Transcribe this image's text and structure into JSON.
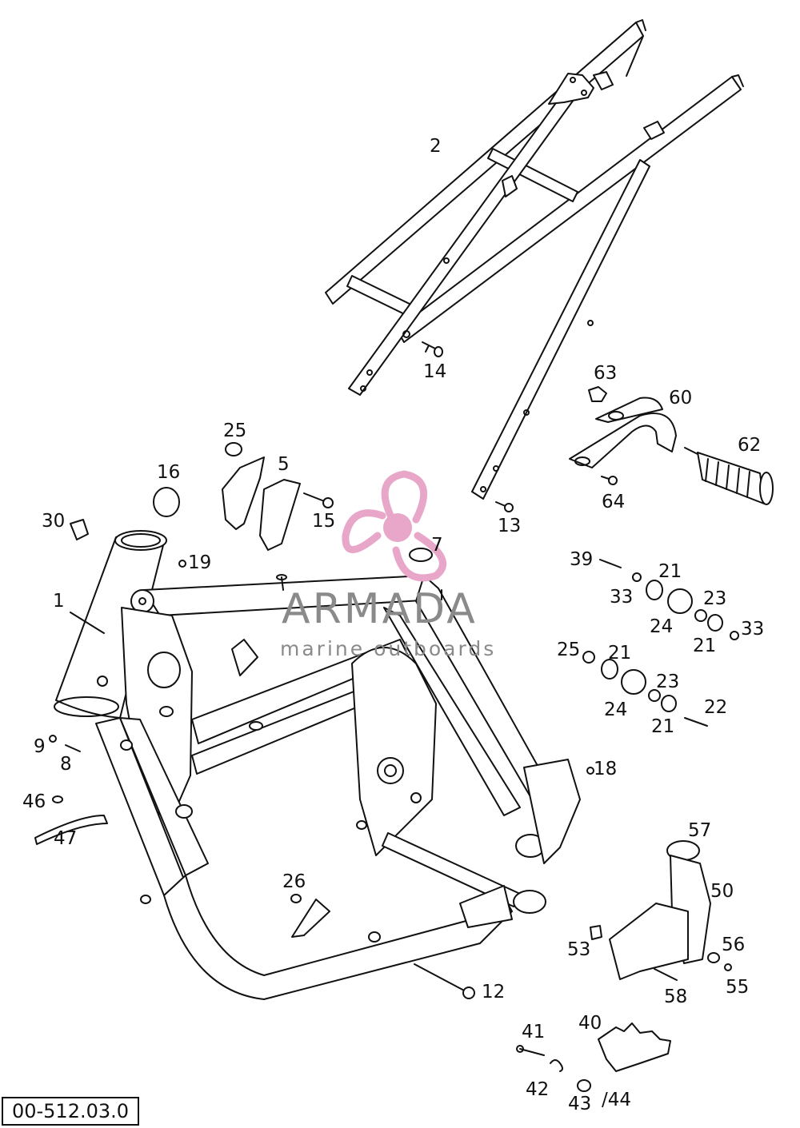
{
  "document": {
    "reference_code": "00-512.03.0"
  },
  "watermark": {
    "brand": "ARMADA",
    "tagline": "marine outboards",
    "accent_color": "#e8a6c8",
    "text_color": "#8a8a8a"
  },
  "callouts": [
    {
      "id": "c2",
      "label": "2"
    },
    {
      "id": "c14",
      "label": "14"
    },
    {
      "id": "c63",
      "label": "63"
    },
    {
      "id": "c60",
      "label": "60"
    },
    {
      "id": "c62",
      "label": "62"
    },
    {
      "id": "c64",
      "label": "64"
    },
    {
      "id": "c13",
      "label": "13"
    },
    {
      "id": "c25a",
      "label": "25"
    },
    {
      "id": "c5",
      "label": "5"
    },
    {
      "id": "c16",
      "label": "16"
    },
    {
      "id": "c15",
      "label": "15"
    },
    {
      "id": "c30",
      "label": "30"
    },
    {
      "id": "c7",
      "label": "7"
    },
    {
      "id": "c19",
      "label": "19"
    },
    {
      "id": "c1",
      "label": "1"
    },
    {
      "id": "c39",
      "label": "39"
    },
    {
      "id": "c21a",
      "label": "21"
    },
    {
      "id": "c33a",
      "label": "33"
    },
    {
      "id": "c23a",
      "label": "23"
    },
    {
      "id": "c24a",
      "label": "24"
    },
    {
      "id": "c21b",
      "label": "21"
    },
    {
      "id": "c33b",
      "label": "33"
    },
    {
      "id": "c25b",
      "label": "25"
    },
    {
      "id": "c21c",
      "label": "21"
    },
    {
      "id": "c23b",
      "label": "23"
    },
    {
      "id": "c24b",
      "label": "24"
    },
    {
      "id": "c22",
      "label": "22"
    },
    {
      "id": "c21d",
      "label": "21"
    },
    {
      "id": "c9",
      "label": "9"
    },
    {
      "id": "c8",
      "label": "8"
    },
    {
      "id": "c18",
      "label": "18"
    },
    {
      "id": "c46",
      "label": "46"
    },
    {
      "id": "c47",
      "label": "47"
    },
    {
      "id": "c57",
      "label": "57"
    },
    {
      "id": "c50",
      "label": "50"
    },
    {
      "id": "c26",
      "label": "26"
    },
    {
      "id": "c53",
      "label": "53"
    },
    {
      "id": "c56",
      "label": "56"
    },
    {
      "id": "c58",
      "label": "58"
    },
    {
      "id": "c55",
      "label": "55"
    },
    {
      "id": "c12",
      "label": "12"
    },
    {
      "id": "c40",
      "label": "40"
    },
    {
      "id": "c41",
      "label": "41"
    },
    {
      "id": "c42",
      "label": "42"
    },
    {
      "id": "c43",
      "label": "43"
    },
    {
      "id": "c44",
      "label": "/44"
    }
  ]
}
